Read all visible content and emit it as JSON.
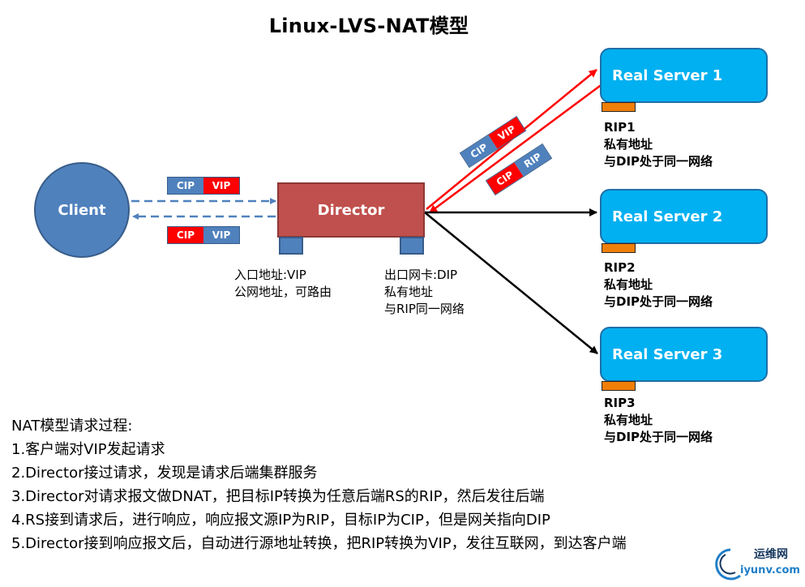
{
  "title": "Linux-LVS-NAT模型",
  "client": {
    "label": "Client"
  },
  "director": {
    "label": "Director",
    "ingress": [
      "入口地址:VIP",
      "公网地址，可路由"
    ],
    "egress": [
      "出口网卡:DIP",
      "私有地址",
      "与RIP同一网络"
    ]
  },
  "packets": {
    "client_request": [
      "CIP",
      "VIP"
    ],
    "client_response": [
      "CIP",
      "VIP"
    ],
    "to_rs": [
      "CIP",
      "VIP"
    ],
    "from_rs": [
      "CIP",
      "RIP"
    ]
  },
  "real_servers": [
    {
      "name": "Real Server 1",
      "rip": "RIP1",
      "addr": "私有地址",
      "net": "与DIP处于同一网络"
    },
    {
      "name": "Real Server 2",
      "rip": "RIP2",
      "addr": "私有地址",
      "net": "与DIP处于同一网络"
    },
    {
      "name": "Real Server 3",
      "rip": "RIP3",
      "addr": "私有地址",
      "net": "与DIP处于同一网络"
    }
  ],
  "steps": [
    "NAT模型请求过程:",
    "1.客户端对VIP发起请求",
    "2.Director接过请求，发现是请求后端集群服务",
    "3.Director对请求报文做DNAT，把目标IP转换为任意后端RS的RIP，然后发往后端",
    "4.RS接到请求后，进行响应，响应报文源IP为RIP，目标IP为CIP，但是网关指向DIP",
    "5.Director接到响应报文后，自动进行源地址转换，把RIP转换为VIP，发往互联网，到达客户端"
  ],
  "colors": {
    "client": "#4f81bd",
    "director": "#c0504d",
    "real_server": "#00b0f0",
    "rs_port": "#f07f09",
    "vip_red": "#ff0000",
    "link_dashed": "#4f81bd",
    "link_red": "#ff0000",
    "link_black": "#000000"
  },
  "watermark": {
    "cn": "运维网",
    "en": "iyunv.com"
  }
}
